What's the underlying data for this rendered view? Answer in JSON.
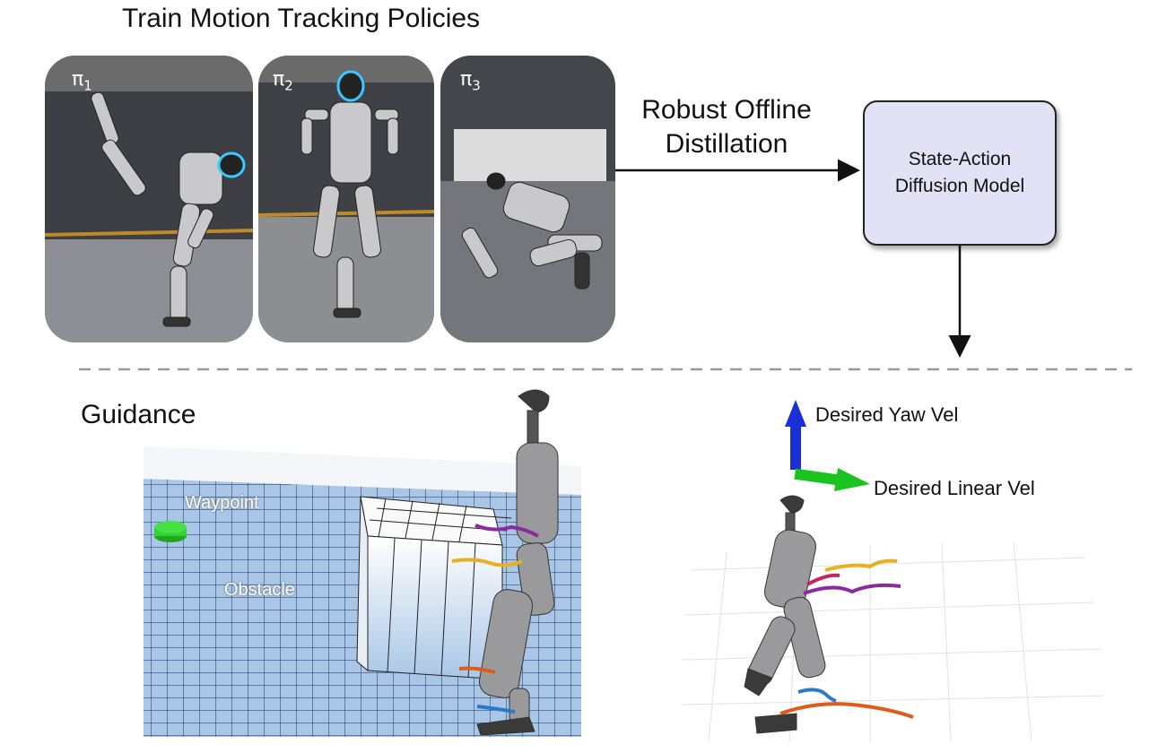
{
  "title": "Train Motion Tracking Policies",
  "policies": [
    {
      "symbol": "π",
      "index": "1"
    },
    {
      "symbol": "π",
      "index": "2"
    },
    {
      "symbol": "π",
      "index": "3"
    }
  ],
  "distill": {
    "line1": "Robust Offline",
    "line2": "Distillation"
  },
  "model": {
    "line1": "State-Action",
    "line2": "Diffusion Model"
  },
  "guidance_label": "Guidance",
  "scene": {
    "waypoint": "Waypoint",
    "obstacle": "Obstacle"
  },
  "velocity": {
    "yaw": "Desired Yaw Vel",
    "linear": "Desired Linear Vel"
  },
  "colors": {
    "box_fill": "#e3e1f6",
    "floor": "#a9c6e6",
    "yaw_arrow": "#1a2fd6",
    "linear_arrow": "#19c41e",
    "trail_purple": "#8a2aa0",
    "trail_yellow": "#e8b020",
    "trail_orange": "#e05a1a",
    "trail_blue": "#2a7ac8"
  }
}
